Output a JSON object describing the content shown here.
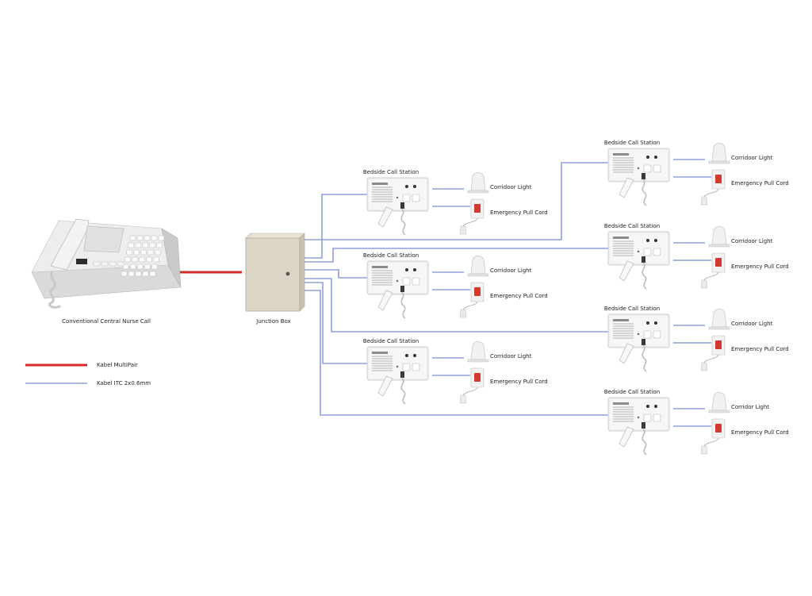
{
  "central": {
    "label": "Conventional Central Nurse Call"
  },
  "junction": {
    "label": "Junction Box"
  },
  "stations": [
    {
      "title": "Bedside Call Station",
      "light": "Corridoor Light",
      "cord": "Emergency Pull Cord"
    },
    {
      "title": "Bedside Call Station",
      "light": "Corridoor Light",
      "cord": "Emergency Pull Cord"
    },
    {
      "title": "Bedside Call Station",
      "light": "Corridoor Light",
      "cord": "Emergency Pull Cord"
    },
    {
      "title": "Bedside Call Station",
      "light": "Corridoor Light",
      "cord": "Emergency Pull Cord"
    },
    {
      "title": "Bedside Call Station",
      "light": "Corridoor Light",
      "cord": "Emergency Pull Cord"
    },
    {
      "title": "Bedside Call Station",
      "light": "Corridoor Light",
      "cord": "Emergency Pull Cord"
    },
    {
      "title": "Bedside Call Station",
      "light": "Corridor Light",
      "cord": "Emergency Pull Cord"
    }
  ],
  "legend": [
    {
      "label": "Kabel MultiPair",
      "color": "#d42a2a"
    },
    {
      "label": "Kabel ITC 2x0.6mm",
      "color": "#8ea0de"
    }
  ]
}
